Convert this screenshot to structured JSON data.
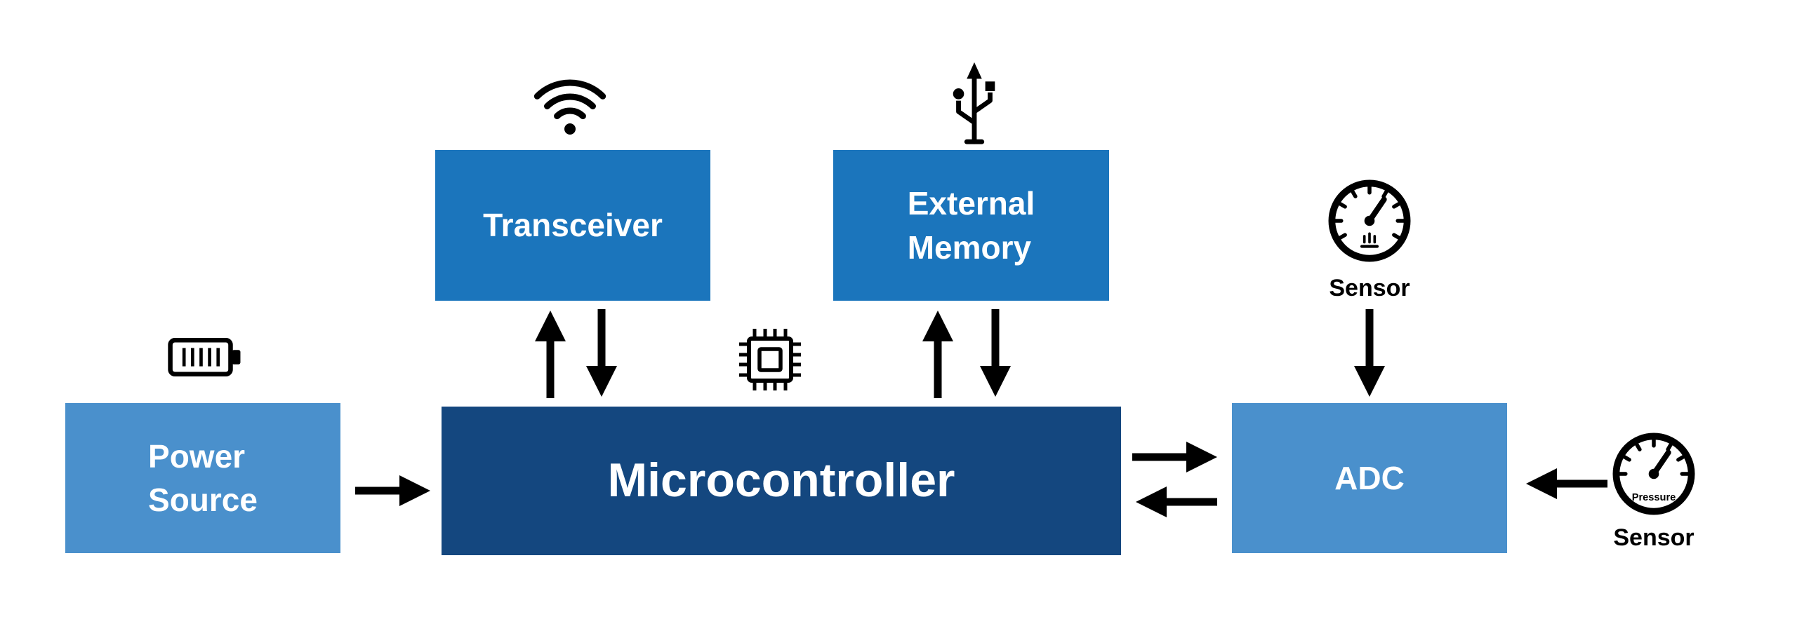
{
  "diagram": {
    "background_color": "#ffffff",
    "colors": {
      "light_blue_box": "#4a90cc",
      "medium_blue_box": "#1b75bc",
      "dark_blue_box": "#14477f",
      "text_on_box": "#ffffff",
      "arrows_and_icons": "#000000"
    },
    "blocks": {
      "power_source": {
        "label": "Power\nSource"
      },
      "transceiver": {
        "label": "Transceiver"
      },
      "external_memory": {
        "label": "External\nMemory"
      },
      "microcontroller": {
        "label": "Microcontroller"
      },
      "adc": {
        "label": "ADC"
      }
    },
    "sensors": {
      "top": {
        "label": "Sensor"
      },
      "right": {
        "label": "Sensor",
        "gauge_text": "Pressure"
      }
    },
    "icons": [
      "battery-icon",
      "wifi-icon",
      "chip-icon",
      "usb-icon",
      "gauge-sensor-icon",
      "pressure-gauge-icon"
    ],
    "connections": [
      {
        "from": "power-source",
        "to": "microcontroller",
        "direction": "one-way"
      },
      {
        "from": "transceiver",
        "to": "microcontroller",
        "direction": "two-way"
      },
      {
        "from": "external-memory",
        "to": "microcontroller",
        "direction": "two-way"
      },
      {
        "from": "microcontroller",
        "to": "adc",
        "direction": "two-way"
      },
      {
        "from": "sensor-top",
        "to": "adc",
        "direction": "one-way"
      },
      {
        "from": "pressure-sensor",
        "to": "adc",
        "direction": "one-way"
      }
    ]
  }
}
